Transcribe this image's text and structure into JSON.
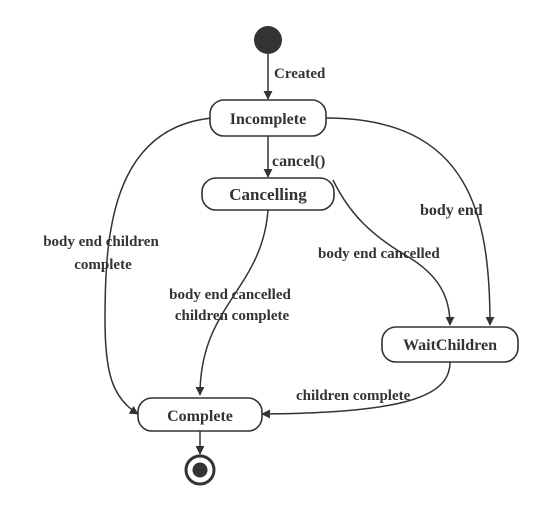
{
  "states": {
    "incomplete": "Incomplete",
    "cancelling": "Cancelling",
    "wait_children": "WaitChildren",
    "complete": "Complete"
  },
  "transitions": {
    "created": "Created",
    "cancel": "cancel()",
    "body_end": "body end",
    "body_end_cancelled": "body end cancelled",
    "body_end_children_complete_1": "body end children",
    "body_end_children_complete_2": "complete",
    "body_end_cancelled_children_complete_1": "body end cancelled",
    "body_end_cancelled_children_complete_2": "children complete",
    "children_complete": "children complete"
  },
  "colors": {
    "stroke": "#333333",
    "fill": "#ffffff"
  }
}
